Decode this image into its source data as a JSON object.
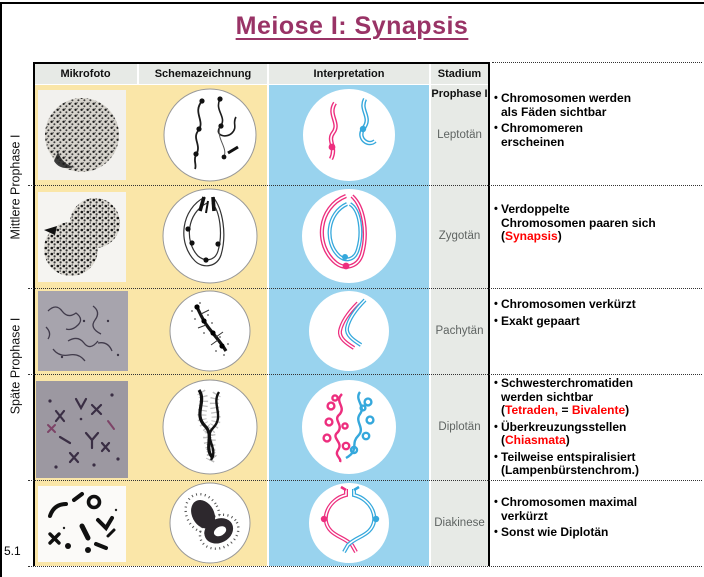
{
  "colors": {
    "title": "#993366",
    "red": "#ff0000",
    "cream": "#fae6a8",
    "blue_panel": "#99d3ee",
    "gray_panel": "#e7eae6",
    "pink": "#ed2e7e",
    "blue": "#35a8dc"
  },
  "slide": {
    "title": "Meiose I: Synapsis",
    "number": "5.1"
  },
  "table": {
    "headers": {
      "mikrofoto": "Mikrofoto",
      "schemazeichnung": "Schemazeichnung",
      "interpretation": "Interpretation",
      "stadium": "Stadium"
    },
    "stadium_subheader": "Prophase I",
    "groups": [
      {
        "label": "Mittlere Prophase I"
      },
      {
        "label": "Späte Prophase I"
      }
    ],
    "rows": [
      {
        "stage": "Leptotän",
        "notes": [
          {
            "lines": [
              [
                {
                  "t": "Chromosomen werden"
                }
              ],
              [
                {
                  "t": "als Fäden sichtbar"
                }
              ]
            ]
          },
          {
            "lines": [
              [
                {
                  "t": "Chromomeren"
                }
              ],
              [
                {
                  "t": "erscheinen"
                }
              ]
            ]
          }
        ]
      },
      {
        "stage": "Zygotän",
        "notes": [
          {
            "lines": [
              [
                {
                  "t": "Verdoppelte"
                }
              ],
              [
                {
                  "t": "Chromosomen paaren sich"
                }
              ],
              [
                {
                  "t": "("
                },
                {
                  "t": "Synapsis",
                  "red": true
                },
                {
                  "t": ")"
                }
              ]
            ]
          }
        ]
      },
      {
        "stage": "Pachytän",
        "notes": [
          {
            "lines": [
              [
                {
                  "t": "Chromosomen verkürzt"
                }
              ]
            ]
          },
          {
            "lines": [
              [
                {
                  "t": "Exakt gepaart"
                }
              ]
            ]
          }
        ]
      },
      {
        "stage": "Diplotän",
        "notes": [
          {
            "lines": [
              [
                {
                  "t": "Schwesterchromatiden"
                }
              ],
              [
                {
                  "t": "werden sichtbar"
                }
              ],
              [
                {
                  "t": "("
                },
                {
                  "t": "Tetraden,",
                  "red": true
                },
                {
                  "t": " = "
                },
                {
                  "t": "Bivalente",
                  "red": true
                },
                {
                  "t": ")"
                }
              ]
            ]
          },
          {
            "lines": [
              [
                {
                  "t": "Überkreuzungsstellen"
                }
              ],
              [
                {
                  "t": "("
                },
                {
                  "t": "Chiasmata",
                  "red": true
                },
                {
                  "t": ")"
                }
              ]
            ]
          },
          {
            "lines": [
              [
                {
                  "t": "Teilweise entspiralisiert"
                }
              ],
              [
                {
                  "t": "(Lampenbürstenchrom.)"
                }
              ]
            ]
          }
        ]
      },
      {
        "stage": "Diakinese",
        "notes": [
          {
            "lines": [
              [
                {
                  "t": "Chromosomen maximal"
                }
              ],
              [
                {
                  "t": "verkürzt"
                }
              ]
            ]
          },
          {
            "lines": [
              [
                {
                  "t": "Sonst wie Diplotän"
                }
              ]
            ]
          }
        ]
      }
    ]
  }
}
